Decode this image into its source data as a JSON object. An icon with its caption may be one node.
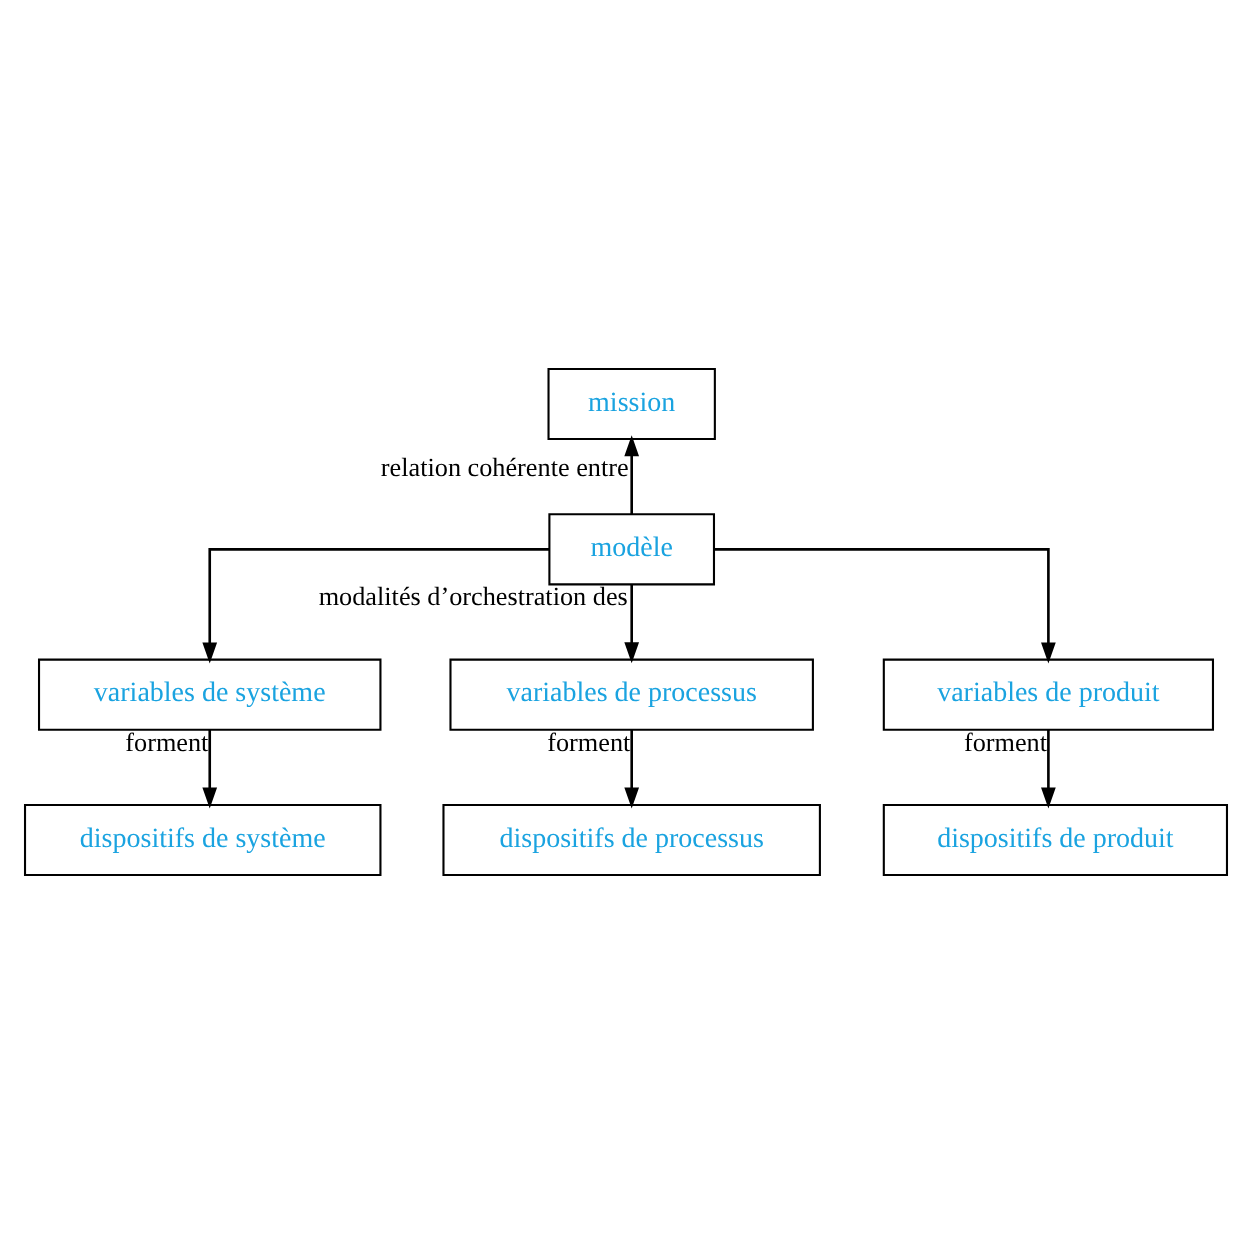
{
  "diagram": {
    "nodes": [
      {
        "text": [
          "mission"
        ]
      },
      {
        "text": [
          "modèle"
        ]
      },
      {
        "text": [
          "variables de système"
        ]
      },
      {
        "text": [
          "variables de processus"
        ]
      },
      {
        "text": [
          "variables de produit"
        ]
      },
      {
        "text": [
          "dispositifs de système"
        ]
      },
      {
        "text": [
          "dispositifs de processus"
        ]
      },
      {
        "text": [
          "dispositifs de produit"
        ]
      }
    ],
    "edges": [
      {
        "from": 1,
        "to": 0,
        "arrow": "to",
        "label": "relation cohérente entre"
      },
      {
        "from": 1,
        "to": 2,
        "arrow": "to"
      },
      {
        "from": 1,
        "to": 3,
        "arrow": "to",
        "label": "modalités d’orchestration des"
      },
      {
        "from": 1,
        "to": 4,
        "arrow": "to"
      },
      {
        "from": 2,
        "to": 5,
        "arrow": "to",
        "label": "forment"
      },
      {
        "from": 3,
        "to": 6,
        "arrow": "to",
        "label": "forment"
      },
      {
        "from": 4,
        "to": 7,
        "arrow": "to",
        "label": "forment"
      }
    ]
  }
}
